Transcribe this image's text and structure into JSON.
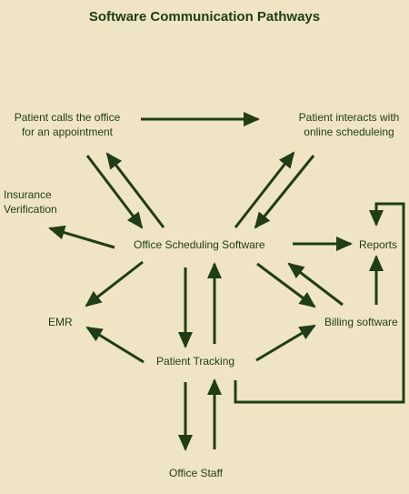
{
  "title": "Software Communication Pathways",
  "colors": {
    "background": "#efe4c3",
    "ink": "#1f3d16",
    "arrow": "#1f3d16"
  },
  "nodes": {
    "patient_calls": {
      "line1": "Patient calls the office",
      "line2": "for an appointment"
    },
    "patient_online": {
      "line1": "Patient interacts with",
      "line2": "online scheduleing"
    },
    "insurance": {
      "line1": "Insurance",
      "line2": "Verification"
    },
    "office_scheduling": {
      "label": "Office Scheduling Software"
    },
    "reports": {
      "label": "Reports"
    },
    "emr": {
      "label": "EMR"
    },
    "billing": {
      "label": "Billing software"
    },
    "patient_tracking": {
      "label": "Patient Tracking"
    },
    "office_staff": {
      "label": "Office Staff"
    }
  },
  "edges": [
    {
      "from": "patient_calls",
      "to": "patient_online"
    },
    {
      "from": "patient_calls",
      "to": "office_scheduling"
    },
    {
      "from": "office_scheduling",
      "to": "patient_calls"
    },
    {
      "from": "patient_online",
      "to": "office_scheduling"
    },
    {
      "from": "office_scheduling",
      "to": "patient_online"
    },
    {
      "from": "office_scheduling",
      "to": "insurance"
    },
    {
      "from": "office_scheduling",
      "to": "reports"
    },
    {
      "from": "office_scheduling",
      "to": "emr"
    },
    {
      "from": "office_scheduling",
      "to": "patient_tracking"
    },
    {
      "from": "patient_tracking",
      "to": "office_scheduling"
    },
    {
      "from": "office_scheduling",
      "to": "billing"
    },
    {
      "from": "billing",
      "to": "office_scheduling"
    },
    {
      "from": "billing",
      "to": "reports"
    },
    {
      "from": "patient_tracking",
      "to": "emr"
    },
    {
      "from": "patient_tracking",
      "to": "billing"
    },
    {
      "from": "patient_tracking",
      "to": "office_staff"
    },
    {
      "from": "office_staff",
      "to": "patient_tracking"
    },
    {
      "from": "patient_tracking",
      "to": "reports"
    }
  ]
}
